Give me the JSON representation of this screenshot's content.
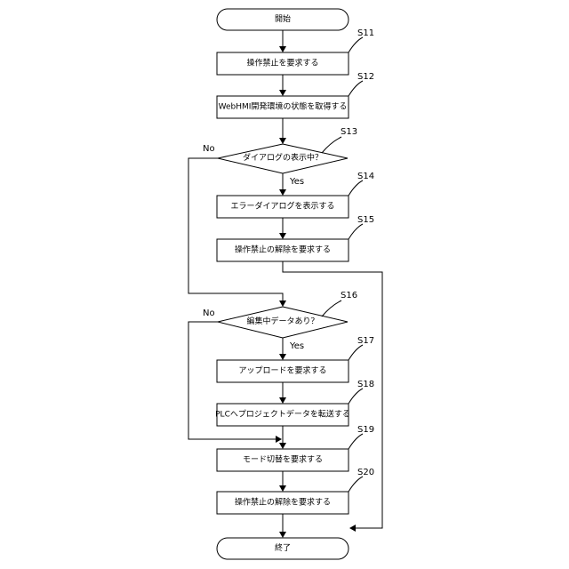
{
  "flowchart": {
    "start": "開始",
    "end": "終了",
    "steps": [
      {
        "id": "S11",
        "text": "操作禁止を要求する"
      },
      {
        "id": "S12",
        "text": "WebHMI開発環境の状態を取得する"
      },
      {
        "id": "S13",
        "text": "ダイアログの表示中？"
      },
      {
        "id": "S14",
        "text": "エラーダイアログを表示する"
      },
      {
        "id": "S15",
        "text": "操作禁止の解除を要求する"
      },
      {
        "id": "S16",
        "text": "編集中データあり？"
      },
      {
        "id": "S17",
        "text": "アップロードを要求する"
      },
      {
        "id": "S18",
        "text": "PLCへプロジェクトデータを転送する"
      },
      {
        "id": "S19",
        "text": "モード切替を要求する"
      },
      {
        "id": "S20",
        "text": "操作禁止の解除を要求する"
      }
    ],
    "branch_labels": {
      "s13_yes": "Yes",
      "s13_no": "No",
      "s16_yes": "Yes",
      "s16_no": "No"
    }
  }
}
